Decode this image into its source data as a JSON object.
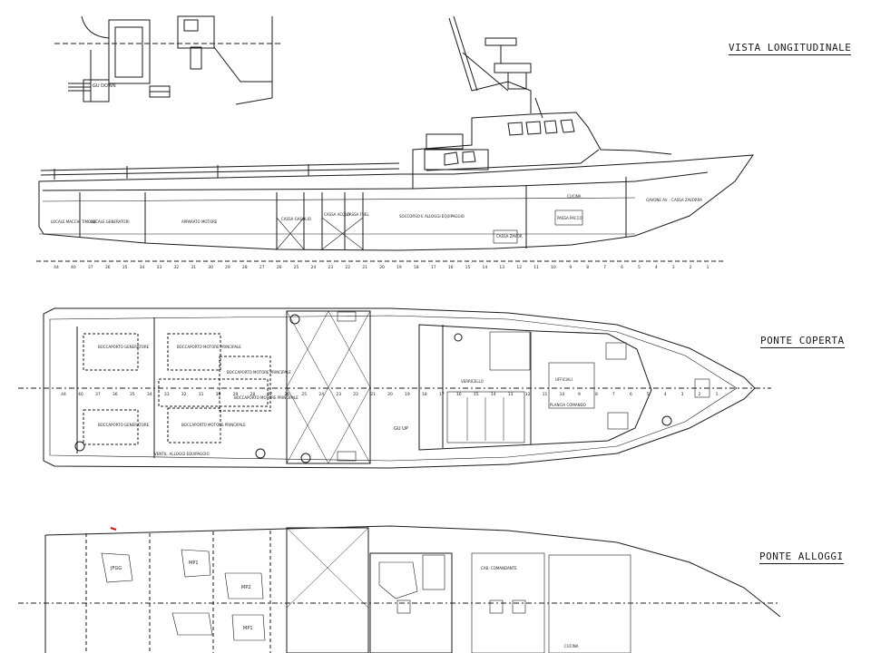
{
  "views": {
    "longitudinal": {
      "title": "VISTA LONGITUDINALE",
      "compartments": [
        "LOCALE MACCH. TIMONE",
        "LOCALE GENERATORI",
        "APPARATO MOTORE",
        "CASSA GASOLIO",
        "CASSA ACQUA",
        "CASSA FUEL",
        "SOCCORSO E ALLOGGI EQUIPAGGIO",
        "CUCINA",
        "GAVONE AV. - CASSA ZAVORRA",
        "CASSA ZAVOR.",
        "PASSA PACCO"
      ]
    },
    "main_deck": {
      "title": "PONTE COPERTA",
      "labels": [
        "BOCCAPORTO GENERATORE",
        "BOCCAPORTO MOTORE PRINCIPALE",
        "BOCCAPORTO MOTORE PRINCIPALE",
        "BOCCAPORTO GENERATORE",
        "BOCCAPORTO MOTORE PRINCIPALE",
        "BOCCAPORTO MOTORE PRINCIPALE",
        "PLANCIA COMANDO",
        "GU UP",
        "VERRICELLO",
        "UFFICIALI",
        "VENTIL. ALLOGGI EQUIPAGGIO"
      ]
    },
    "lower_deck": {
      "title": "PONTE ALLOGGI",
      "labels": [
        "JFGG",
        "MP1",
        "MP2",
        "MP1",
        "CAB. COMANDANTE",
        "CUCINA"
      ]
    },
    "top_detail": {
      "labels": [
        "GU DOWN"
      ]
    }
  },
  "frame_numbers": [
    "44",
    "40",
    "37",
    "36",
    "35",
    "34",
    "33",
    "32",
    "31",
    "30",
    "29",
    "28",
    "27",
    "26",
    "25",
    "24",
    "23",
    "22",
    "21",
    "20",
    "19",
    "18",
    "17",
    "16",
    "15",
    "14",
    "13",
    "12",
    "11",
    "10",
    "9",
    "8",
    "7",
    "6",
    "5",
    "4",
    "3",
    "2",
    "1"
  ],
  "colors": {
    "ink": "#1a1a1a",
    "paper": "#ffffff",
    "mark": "#d01010"
  }
}
